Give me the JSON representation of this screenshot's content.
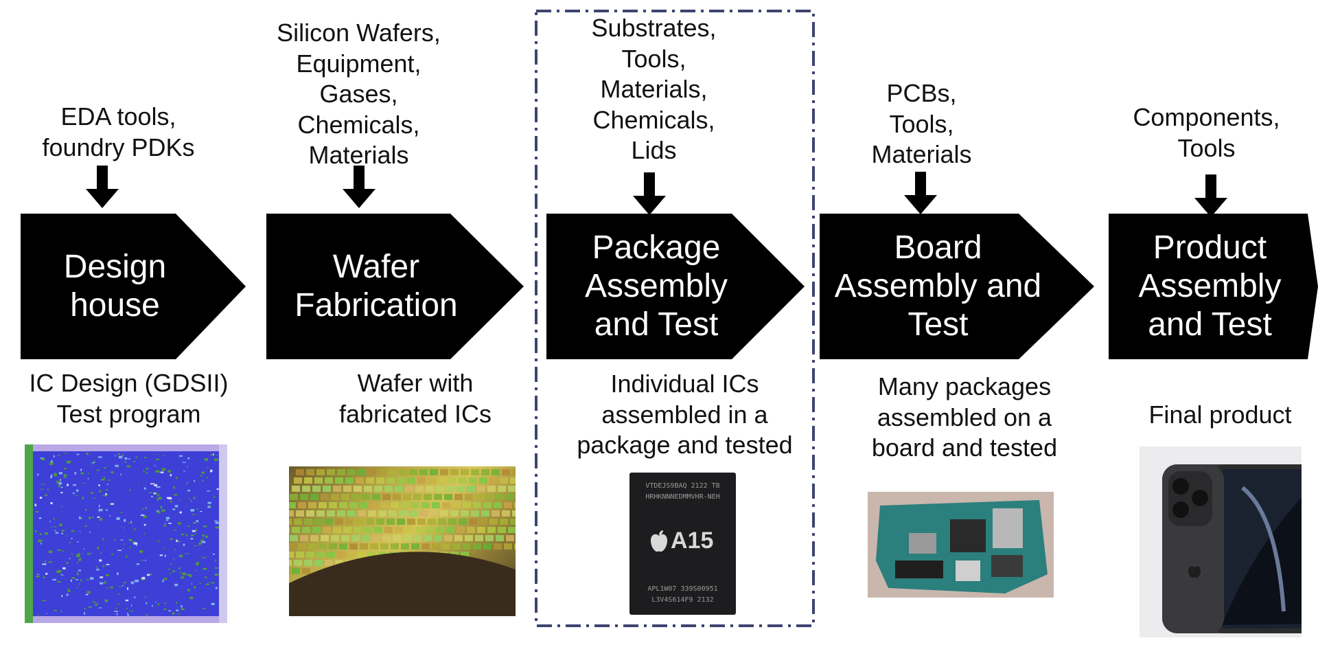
{
  "stages": [
    {
      "id": "design-house",
      "inputs": "EDA tools,\nfoundry PDKs",
      "label": "Design\nhouse",
      "output": "IC Design (GDSII)\nTest program"
    },
    {
      "id": "wafer-fabrication",
      "inputs": "Silicon Wafers,\nEquipment,\nGases,\nChemicals,\nMaterials",
      "label": "Wafer\nFabrication",
      "output": "Wafer with\nfabricated ICs"
    },
    {
      "id": "package-assembly-test",
      "inputs": "Substrates,\nTools,\nMaterials,\nChemicals,\nLids",
      "label": "Package\nAssembly\nand Test",
      "output": "Individual ICs\nassembled in a\npackage and tested"
    },
    {
      "id": "board-assembly-test",
      "inputs": "PCBs,\nTools,\nMaterials",
      "label": "Board\nAssembly and\nTest",
      "output": "Many packages\nassembled on a\nboard and tested"
    },
    {
      "id": "product-assembly-test",
      "inputs": "Components,\nTools",
      "label": "Product\nAssembly\nand Test",
      "output": "Final product"
    }
  ],
  "chip_marking": {
    "line1": "VTDEJS9BAQ 2122 TB",
    "line2": "HRHKNNNEDMMVHR-NEH",
    "model": "A15",
    "line3": "APL1W07  339S00951",
    "line4": "L3V4S614F9  2132"
  },
  "colors": {
    "chevron_fill": "#000000",
    "chevron_text": "#ffffff",
    "dash_box": "#3d4470",
    "layout_blue": "#3b3fd8",
    "layout_green": "#3f9a3a"
  },
  "icons": [
    "down-arrow-icon",
    "apple-logo-icon"
  ]
}
